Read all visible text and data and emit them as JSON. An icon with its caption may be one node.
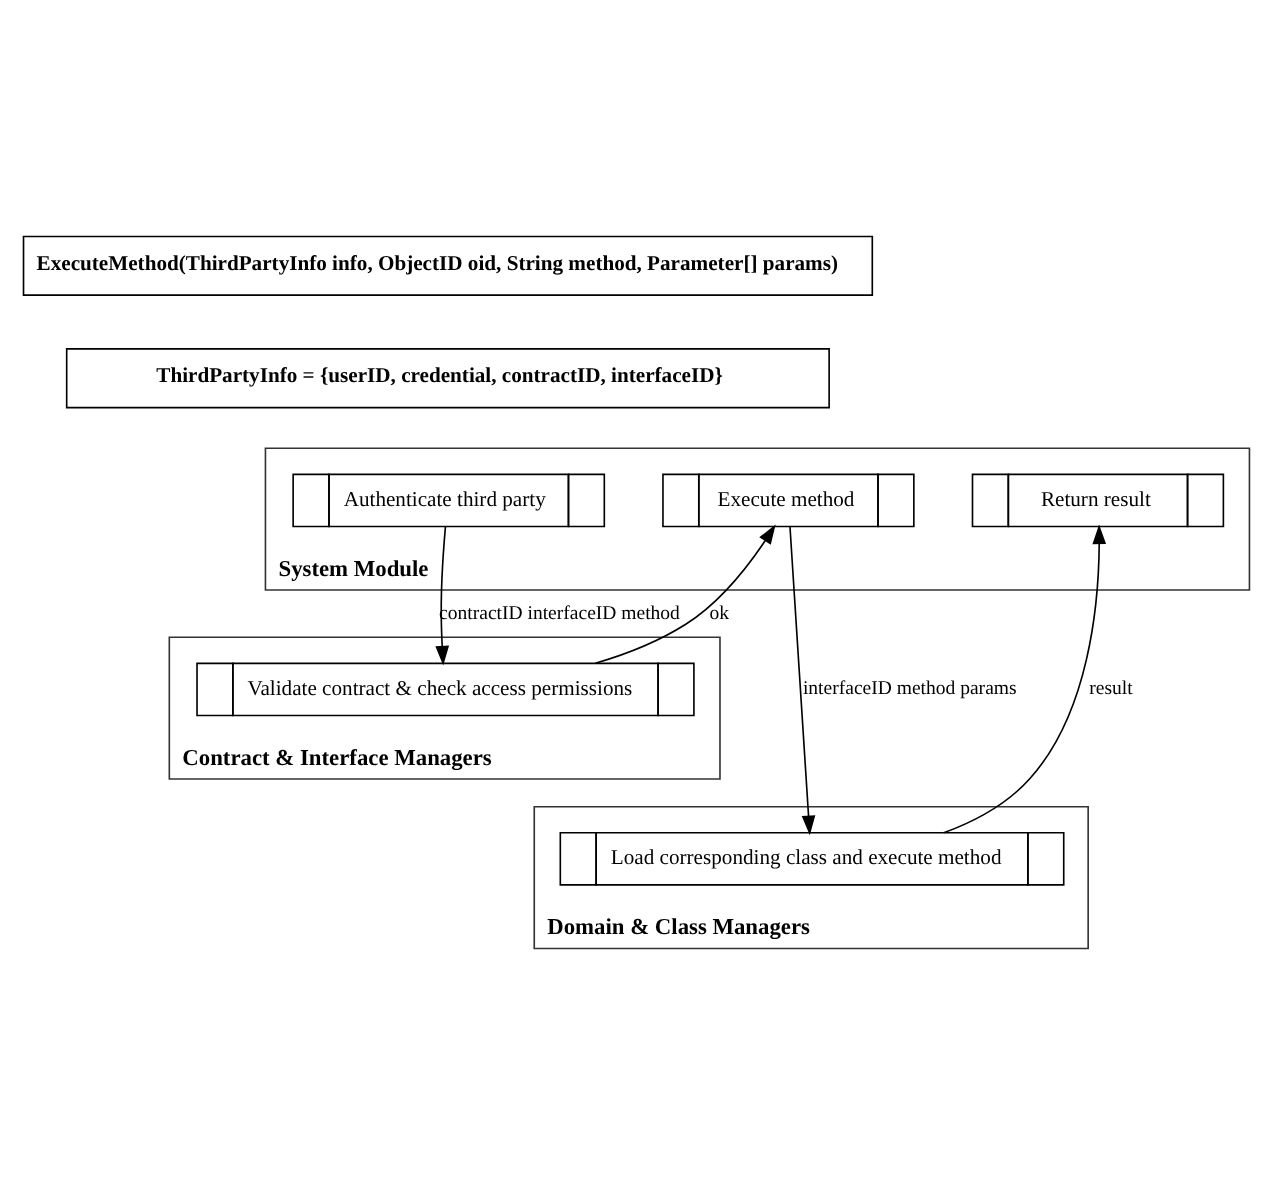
{
  "diagram": {
    "nodes": [
      {
        "text": [
          "ExecuteMethod(ThirdPartyInfo info, ObjectID oid, String method, Parameter[] params)"
        ]
      },
      {
        "text": [
          "ThirdPartyInfo = {userID, credential, contractID, interfaceID}"
        ]
      },
      {
        "text": [
          "System Module"
        ]
      },
      {
        "text": [
          "Authenticate third party"
        ],
        "in": 2
      },
      {
        "text": [
          "Execute method"
        ],
        "in": 2
      },
      {
        "text": [
          "Return result"
        ],
        "in": 2
      },
      {
        "text": [
          "Contract & Interface Managers"
        ]
      },
      {
        "text": [
          "Validate contract & check access permissions"
        ],
        "in": 6
      },
      {
        "text": [
          "Domain & Class Managers"
        ]
      },
      {
        "text": [
          "Load corresponding class and execute method"
        ],
        "in": 8
      }
    ],
    "edges": [
      {
        "from": 3,
        "to": 7,
        "arrow": "to",
        "label": "contractID interfaceID method"
      },
      {
        "from": 7,
        "to": 4,
        "arrow": "to",
        "label": "ok"
      },
      {
        "from": 4,
        "to": 9,
        "arrow": "to",
        "label": "interfaceID method params"
      },
      {
        "from": 9,
        "to": 5,
        "arrow": "to",
        "label": "result"
      }
    ]
  }
}
